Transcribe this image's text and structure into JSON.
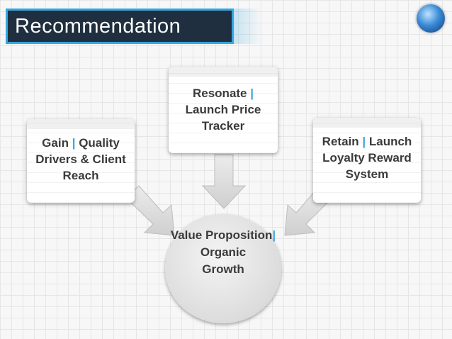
{
  "title": "Recommendation",
  "cards": {
    "left": {
      "head": "Gain",
      "sep": "|",
      "tail": "Quality Drivers & Client Reach"
    },
    "center": {
      "head": "Resonate",
      "sep": "|",
      "tail": "Launch Price Tracker"
    },
    "right": {
      "head": "Retain",
      "sep": "|",
      "tail": "Launch Loyalty Reward System"
    }
  },
  "center_node": {
    "head": "Value Proposition",
    "sep": "|",
    "tail": "Organic Growth"
  },
  "colors": {
    "accent": "#36a6df",
    "title_bg": "#1f2f3f",
    "text": "#3a3a3a"
  },
  "icons": {
    "logo": "globe-logo-icon"
  }
}
